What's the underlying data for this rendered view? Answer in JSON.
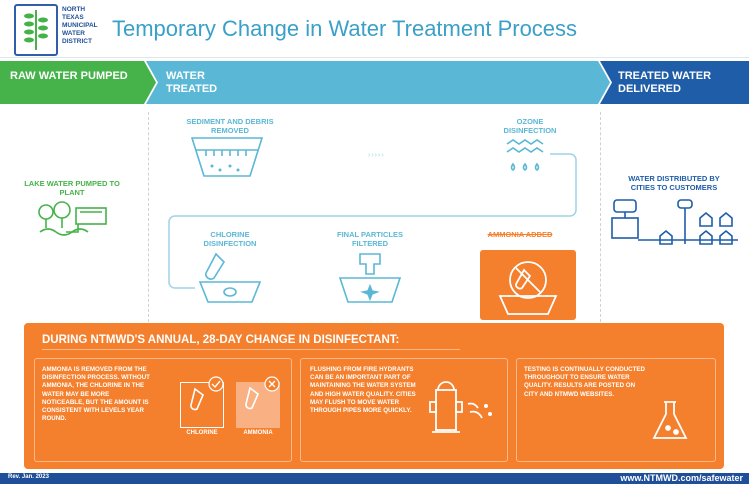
{
  "header": {
    "logo_lines": [
      "North",
      "Texas",
      "Municipal",
      "Water",
      "District"
    ],
    "title": "Temporary Change in Water Treatment Process"
  },
  "stages": {
    "raw": "Raw Water Pumped",
    "treated": "Water Treated",
    "delivered": "Treated Water Delivered"
  },
  "steps": {
    "lake": "Lake Water Pumped to Plant",
    "sediment": "Sediment and Debris Removed",
    "ozone": "Ozone Disinfection",
    "chlorine": "Chlorine Disinfection",
    "filtered": "Final Particles Filtered",
    "ammonia": "Ammonia Added",
    "distributed": "Water Distributed by Cities to Customers"
  },
  "panel": {
    "title": "During NTMWD's Annual, 28-Day Change in Disinfectant:",
    "box1_text": "Ammonia is removed from the disinfection process. Without ammonia, the chlorine in the water may be more noticeable, but the amount is consistent with levels year round.",
    "icon_chlorine_label": "Chlorine",
    "icon_ammonia_label": "Ammonia",
    "box2_text": "Flushing from fire hydrants can be an important part of maintaining the water system and high water quality. Cities may flush to move water through pipes more quickly.",
    "box3_text": "Testing is continually conducted throughout to ensure water quality. Results are posted on city and NTMWD websites."
  },
  "footer": {
    "rev": "Rev. Jan. 2023",
    "url": "www.NTMWD.com/safewater"
  },
  "colors": {
    "green": "#46b34a",
    "teal": "#5bb7d6",
    "navy": "#1f5da8",
    "orange": "#f47f2c"
  }
}
